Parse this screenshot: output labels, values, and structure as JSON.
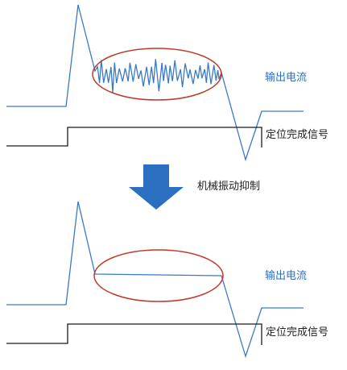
{
  "colors": {
    "current_line": "#3a7ac4",
    "signal_line": "#1a1a1a",
    "highlight_ellipse": "#c0392b",
    "arrow": "#2a6fc0",
    "label_blue": "#2a6fbf",
    "label_dark": "#222222"
  },
  "top_panel": {
    "current_label": "输出电流",
    "signal_label": "定位完成信号",
    "state": "vibrating"
  },
  "transition": {
    "label": "机械振动抑制",
    "icon": "down-arrow-icon"
  },
  "bottom_panel": {
    "current_label": "输出电流",
    "signal_label": "定位完成信号",
    "state": "suppressed"
  }
}
